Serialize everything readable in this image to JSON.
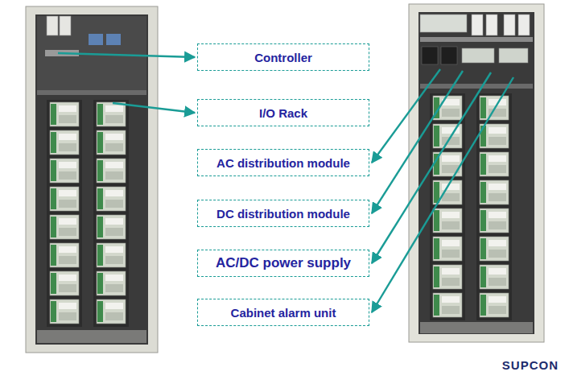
{
  "diagram": {
    "nodes": [
      {
        "text": [
          "Controller"
        ]
      },
      {
        "text": [
          "I/O Rack"
        ]
      },
      {
        "text": [
          "AC distribution module"
        ]
      },
      {
        "text": [
          "DC distribution module"
        ]
      },
      {
        "text": [
          "AC/DC power supply"
        ]
      },
      {
        "text": [
          "Cabinet alarm unit"
        ]
      }
    ],
    "labels": [
      "SUPCON"
    ]
  }
}
